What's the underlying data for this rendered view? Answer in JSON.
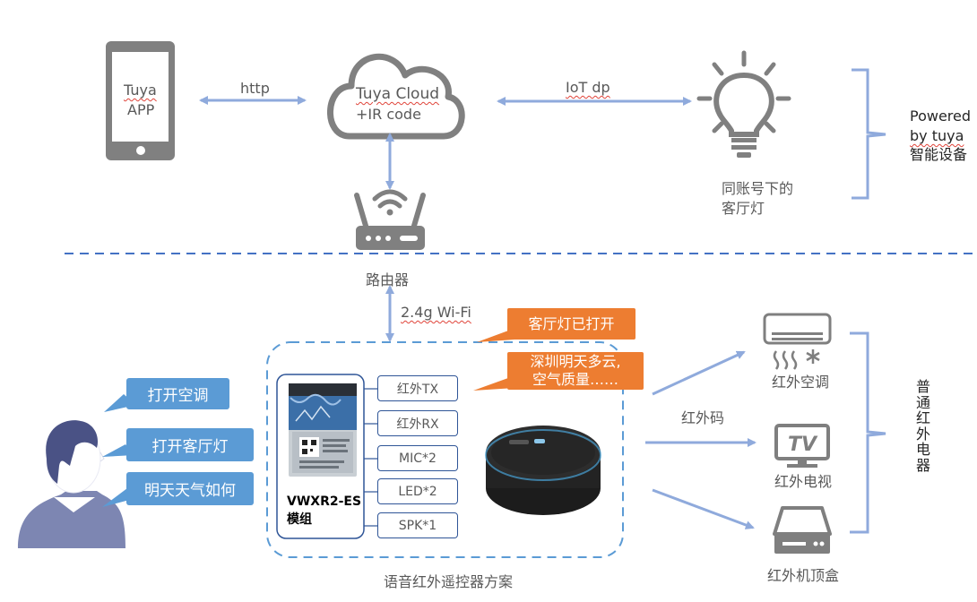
{
  "app": {
    "line1": "Tuya",
    "line2": "APP"
  },
  "cloud": {
    "line1": "Tuya Cloud",
    "line2": "+IR code"
  },
  "labels": {
    "http": "http",
    "iot_dp": "IoT dp",
    "router": "路由器",
    "wifi": "2.4g Wi-Fi",
    "ir_code": "红外码",
    "solution": "语音红外遥控器方案"
  },
  "lamp": {
    "line1": "同账号下的",
    "line2": "客厅灯"
  },
  "powered": {
    "line1": "Powered",
    "line2": "by tuya",
    "line3": "智能设备"
  },
  "speech": [
    "打开空调",
    "打开客厅灯",
    "明天天气如何"
  ],
  "responses": {
    "r1": "客厅灯已打开",
    "r2_line1": "深圳明天多云,",
    "r2_line2": "空气质量……"
  },
  "module": {
    "name_line1": "VWXR2-ES",
    "name_line2": "模组",
    "pins": [
      "红外TX",
      "红外RX",
      "MIC*2",
      "LED*2",
      "SPK*1"
    ]
  },
  "appliances": {
    "ac": "红外空调",
    "tv": "红外电视",
    "tv_icon_text": "TV",
    "stb": "红外机顶盒",
    "group_label": [
      "普",
      "通",
      "红",
      "外",
      "电",
      "器"
    ]
  },
  "colors": {
    "arrow": "#8faadc",
    "blue": "#5b9bd5",
    "orange": "#ed7d31",
    "dark_blue": "#2f5597",
    "icon_gray": "#7f7f7f"
  }
}
